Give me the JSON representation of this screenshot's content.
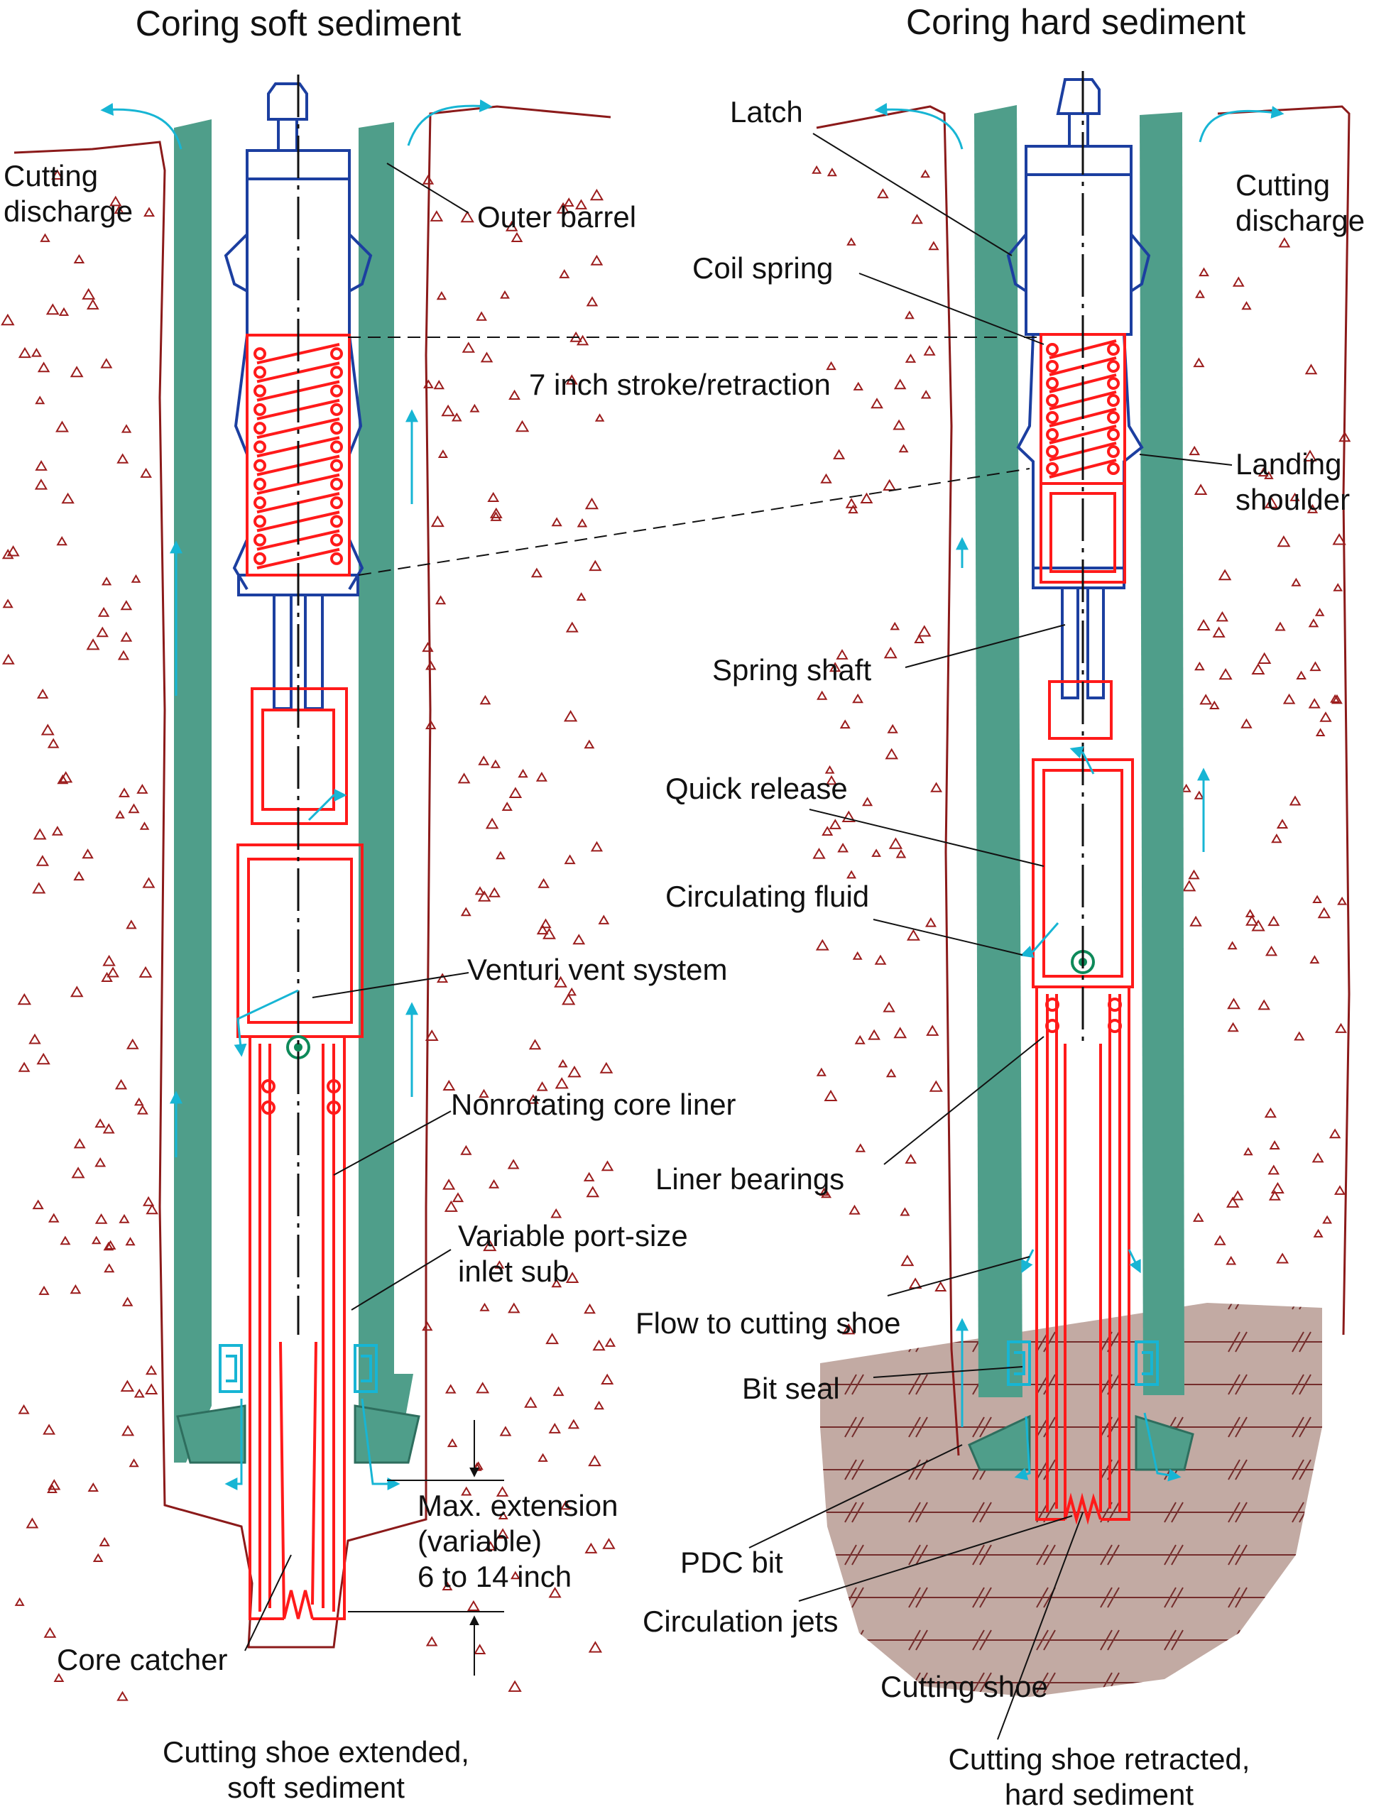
{
  "panels": {
    "left": {
      "title": "Coring soft sediment",
      "caption_line1": "Cutting shoe extended,",
      "caption_line2": "soft sediment"
    },
    "right": {
      "title": "Coring hard sediment",
      "caption_line1": "Cutting shoe retracted,",
      "caption_line2": "hard sediment"
    }
  },
  "labels": {
    "cutting_discharge_left_1": "Cutting",
    "cutting_discharge_left_2": "discharge",
    "cutting_discharge_right_1": "Cutting",
    "cutting_discharge_right_2": "discharge",
    "outer_barrel": "Outer barrel",
    "stroke": "7 inch stroke/retraction",
    "venturi": "Venturi vent system",
    "nonrotating_liner": "Nonrotating core liner",
    "variable_port_1": "Variable port-size",
    "variable_port_2": "inlet sub",
    "max_ext_1": "Max. extension",
    "max_ext_2": "(variable)",
    "max_ext_3": "6 to 14 inch",
    "core_catcher": "Core catcher",
    "latch": "Latch",
    "coil_spring": "Coil spring",
    "landing_shoulder_1": "Landing",
    "landing_shoulder_2": "shoulder",
    "spring_shaft": "Spring shaft",
    "quick_release": "Quick release",
    "circulating_fluid": "Circulating fluid",
    "liner_bearings": "Liner bearings",
    "flow_to_shoe": "Flow to cutting shoe",
    "bit_seal": "Bit seal",
    "pdc_bit": "PDC bit",
    "circulation_jets": "Circulation jets",
    "cutting_shoe": "Cutting shoe"
  },
  "colors": {
    "barrel": "#4f9e8a",
    "inner_tool": "#ff1a1a",
    "upper_tool": "#1c3fa0",
    "flow_arrows": "#17b5d4",
    "sediment_dots": "#9b1c1c",
    "hard_sediment": "#c2aaa3",
    "borehole_line": "#8b1a1a"
  }
}
